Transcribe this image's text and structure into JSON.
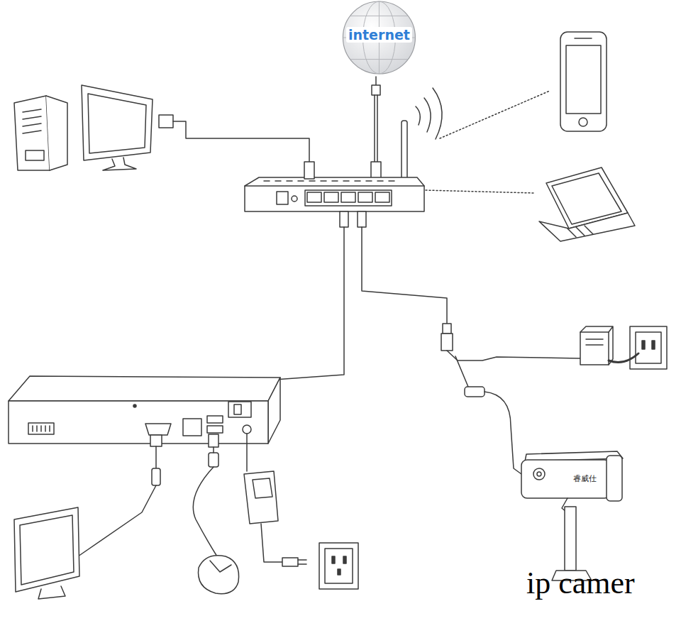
{
  "diagram": {
    "nodes": [
      {
        "text": [
          "internet"
        ]
      }
    ],
    "labels": [
      "睿威仕",
      "ip camer"
    ]
  }
}
